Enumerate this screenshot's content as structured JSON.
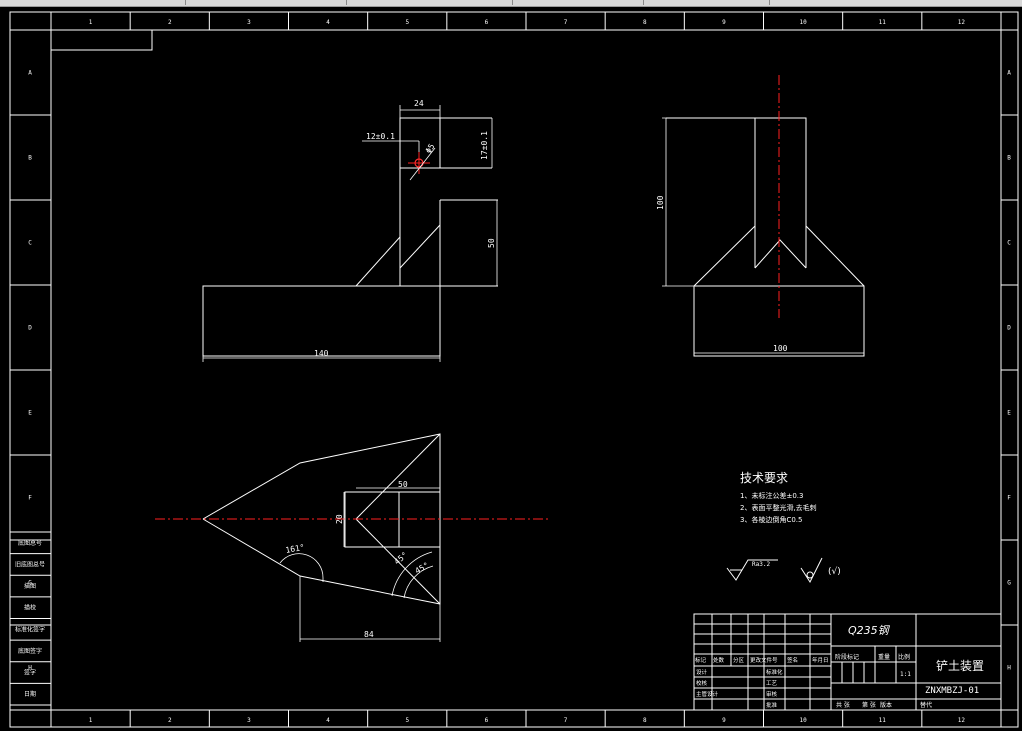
{
  "toolbar": {
    "segments": [
      "",
      "",
      "",
      "",
      ""
    ]
  },
  "frame": {
    "columns": [
      "1",
      "2",
      "3",
      "4",
      "5",
      "6",
      "7",
      "8",
      "9",
      "10",
      "11",
      "12"
    ],
    "rows": [
      "A",
      "B",
      "C",
      "D",
      "E",
      "F",
      "G",
      "H"
    ]
  },
  "left_strip": {
    "items": [
      "底图总号",
      "旧底图总号",
      "描图",
      "描校",
      "标准化签字",
      "底图签字",
      "签字",
      "日期"
    ]
  },
  "views": {
    "front": {
      "dims": {
        "d24": "24",
        "d12": "12±0.1",
        "d17": "17±0.1",
        "dphi": "Φ5",
        "d50": "50",
        "d140": "140"
      }
    },
    "side": {
      "dims": {
        "d100v": "100",
        "d100h": "100"
      }
    },
    "top": {
      "dims": {
        "d50": "50",
        "d20": "20",
        "d84": "84",
        "a161": "161°",
        "a45a": "45°",
        "a45b": "45°"
      }
    }
  },
  "tech": {
    "title": "技术要求",
    "lines": [
      "1、未标注公差±0.3",
      "2、表面平整光滑,去毛刺",
      "3、各棱边倒角C0.5"
    ],
    "rough_value": "Ra3.2",
    "rough_note": "(√)"
  },
  "titleblock": {
    "material": "Q235钢",
    "name": "铲土装置",
    "code": "ZNXMBZJ-01",
    "scale": "1:1",
    "hdr_left": [
      "标记",
      "处数",
      "分区",
      "更改文件号",
      "签名",
      "年月日"
    ],
    "rows_left": [
      "设计",
      "校核",
      "主管设计"
    ],
    "rows_mid": [
      "标准化",
      "工艺",
      "审核",
      "批准"
    ],
    "hdr_stage": [
      "阶段标记",
      "重量",
      "比例"
    ],
    "bottom": [
      "共 张",
      "第 张",
      "版本",
      "替代"
    ]
  }
}
